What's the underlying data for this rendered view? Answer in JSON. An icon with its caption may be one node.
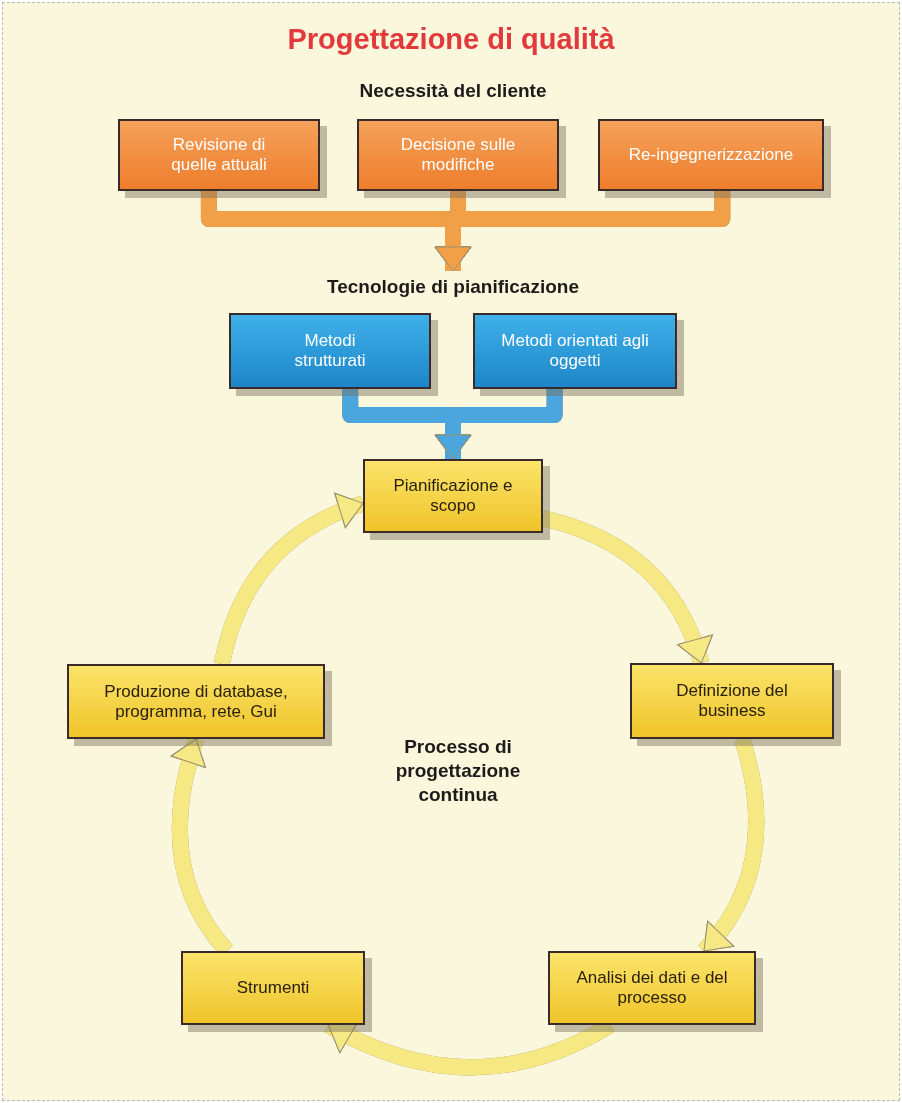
{
  "diagram": {
    "title": "Progettazione di qualità",
    "nodes": [
      {
        "text": [
          "Revisione di quelle attuali"
        ]
      },
      {
        "text": [
          "Decisione sulle modifiche"
        ]
      },
      {
        "text": [
          "Re-ingegnerizzazione"
        ]
      },
      {
        "text": [
          "Tecnologie di pianificazione"
        ]
      },
      {
        "text": [
          "Metodi strutturati"
        ]
      },
      {
        "text": [
          "Metodi orientati agli oggetti"
        ]
      },
      {
        "text": [
          "Pianificazione e scopo"
        ]
      },
      {
        "text": [
          "Produzione di database, programma, rete, Gui"
        ]
      },
      {
        "text": [
          "Definizione del business"
        ]
      },
      {
        "text": [
          "Strumenti"
        ]
      },
      {
        "text": [
          "Analisi dei dati e del processo"
        ]
      }
    ],
    "edges": [
      {
        "from": 0,
        "to": 3,
        "arrow": "to",
        "color": "#f2a048"
      },
      {
        "from": 1,
        "to": 3,
        "arrow": "to",
        "color": "#f2a048"
      },
      {
        "from": 2,
        "to": 3,
        "arrow": "to",
        "color": "#f2a048"
      },
      {
        "from": 4,
        "to": 6,
        "arrow": "to",
        "color": "#4aa6dc"
      },
      {
        "from": 5,
        "to": 6,
        "arrow": "to",
        "color": "#4aa6dc"
      },
      {
        "from": 6,
        "to": 8,
        "arrow": "to"
      },
      {
        "from": 8,
        "to": 10,
        "arrow": "to"
      },
      {
        "from": 10,
        "to": 9,
        "arrow": "to"
      },
      {
        "from": 9,
        "to": 7,
        "arrow": "to"
      },
      {
        "from": 7,
        "to": 6,
        "arrow": "to"
      }
    ],
    "labels": [
      "Necessità del cliente",
      "Processo di progettazione continua"
    ]
  }
}
